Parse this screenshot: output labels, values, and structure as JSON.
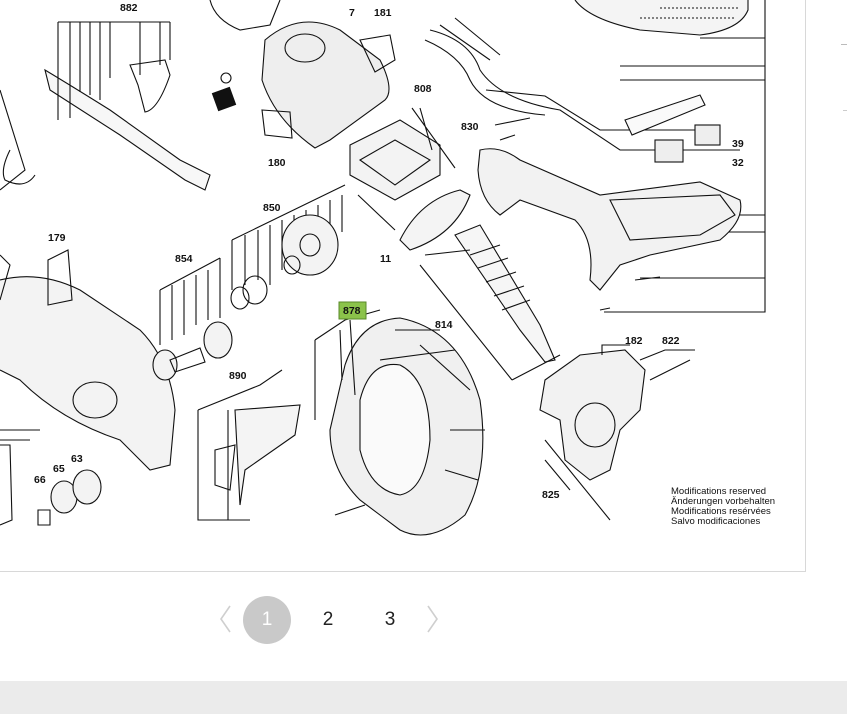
{
  "diagram": {
    "labels": {
      "l7": "7",
      "l181": "181",
      "l882": "882",
      "l808": "808",
      "l830": "830",
      "l39": "39",
      "l32": "32",
      "l180": "180",
      "l850": "850",
      "l11": "11",
      "l179": "179",
      "l854": "854",
      "l878": "878",
      "l814": "814",
      "l182": "182",
      "l822": "822",
      "l890": "890",
      "l825": "825",
      "l65": "65",
      "l63": "63",
      "l66": "66"
    },
    "highlight_color": "#8bc34a",
    "notice": [
      "Modifications reserved",
      "Änderungen vorbehalten",
      "Modifications resérvées",
      "Salvo modificaciones"
    ]
  },
  "pagination": {
    "prev_icon": "chevron-left-icon",
    "next_icon": "chevron-right-icon",
    "pages": [
      "1",
      "2",
      "3"
    ],
    "active_page": "1"
  }
}
